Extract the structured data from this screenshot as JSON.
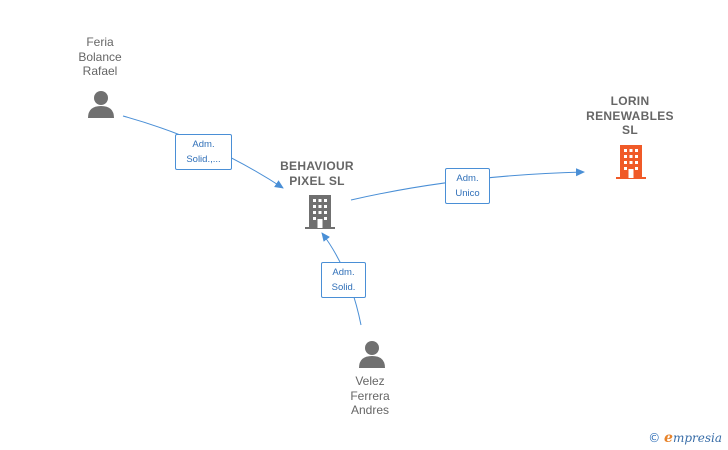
{
  "nodes": {
    "feria": {
      "name": "Feria\nBolance\nRafael",
      "icon": "person-icon"
    },
    "behaviour": {
      "name": "BEHAVIOUR\nPIXEL SL",
      "icon": "building-icon"
    },
    "lorin": {
      "name": "LORIN\nRENEWABLES\nSL",
      "icon": "building-icon"
    },
    "velez": {
      "name": "Velez\nFerrera\nAndres",
      "icon": "person-icon"
    }
  },
  "edges": {
    "feria_behaviour": {
      "label": "Adm.\nSolid.,..."
    },
    "behaviour_lorin": {
      "label": "Adm.\nUnico"
    },
    "velez_behaviour": {
      "label": "Adm.\nSolid."
    }
  },
  "colors": {
    "edge": "#4a8fd6",
    "icon_gray": "#707070",
    "icon_highlight": "#f05a28"
  },
  "brand": {
    "copyright": "©",
    "initial": "e",
    "text": "mpresia"
  }
}
